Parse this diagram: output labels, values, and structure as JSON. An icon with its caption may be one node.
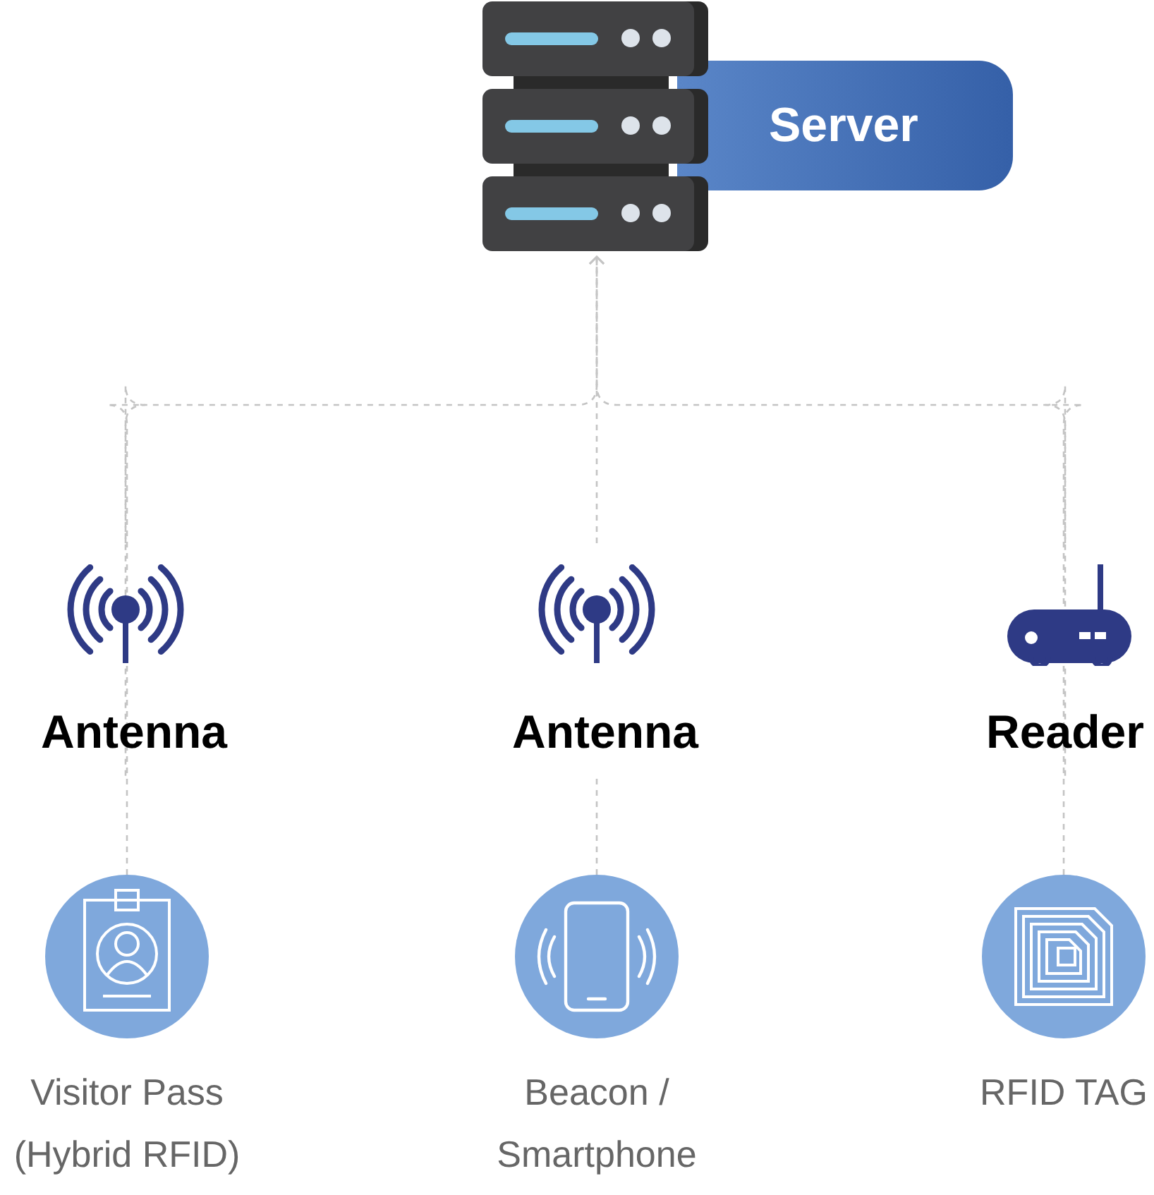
{
  "diagram": {
    "nodes": [
      {
        "text": [
          "Server"
        ]
      },
      {
        "text": [
          "Antenna"
        ]
      },
      {
        "text": [
          "Antenna"
        ]
      },
      {
        "text": [
          "Reader"
        ]
      },
      {
        "text": [
          "Visitor Pass (Hybrid RFID)"
        ]
      },
      {
        "text": [
          "Beacon / Smartphone"
        ]
      },
      {
        "text": [
          "RFID TAG"
        ]
      }
    ],
    "edges": [
      {
        "from": 1,
        "to": 0,
        "arrow": "to",
        "style": "dashed"
      },
      {
        "from": 2,
        "to": 0,
        "arrow": "to",
        "style": "dashed"
      },
      {
        "from": 3,
        "to": 0,
        "arrow": "to",
        "style": "dashed"
      },
      {
        "from": 4,
        "to": 1,
        "arrow": "none",
        "style": "dashed"
      },
      {
        "from": 5,
        "to": 2,
        "arrow": "none",
        "style": "dashed"
      },
      {
        "from": 6,
        "to": 3,
        "arrow": "none",
        "style": "dashed"
      }
    ]
  }
}
